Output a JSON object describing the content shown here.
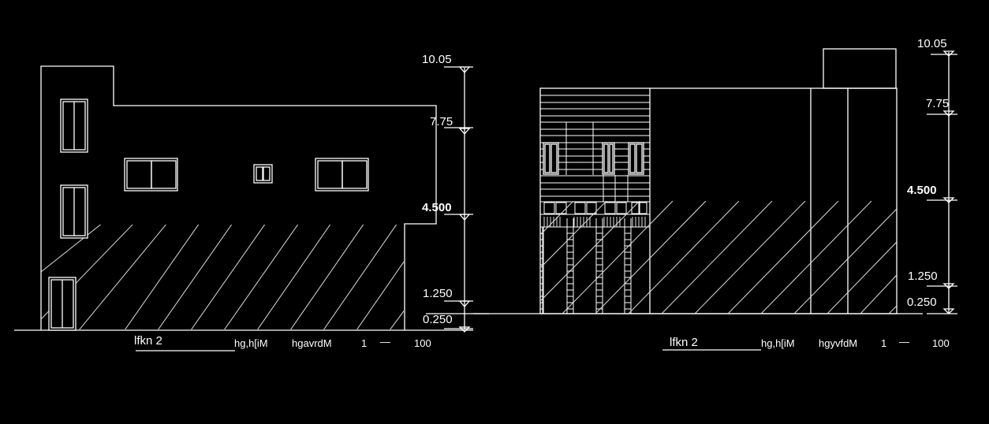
{
  "left_elevation": {
    "levels": {
      "l1": "10.05",
      "l2": "7.75",
      "l3": "4.500",
      "l4": "1.250",
      "l5": "0.250"
    },
    "title": "lfkn 2",
    "subtitle": "hg,h[iM",
    "name": "hgavrdM",
    "scale_a": "1",
    "scale_dash": "—",
    "scale_b": "100"
  },
  "right_elevation": {
    "levels": {
      "l1": "10.05",
      "l2": "7.75",
      "l3": "4.500",
      "l4": "1.250",
      "l5": "0.250"
    },
    "title": "lfkn 2",
    "subtitle": "hg,h[iM",
    "name": "hgyvfdM",
    "scale_a": "1",
    "scale_dash": "—",
    "scale_b": "100"
  },
  "colors": {
    "background": "#000000",
    "lines": "#ffffff"
  }
}
